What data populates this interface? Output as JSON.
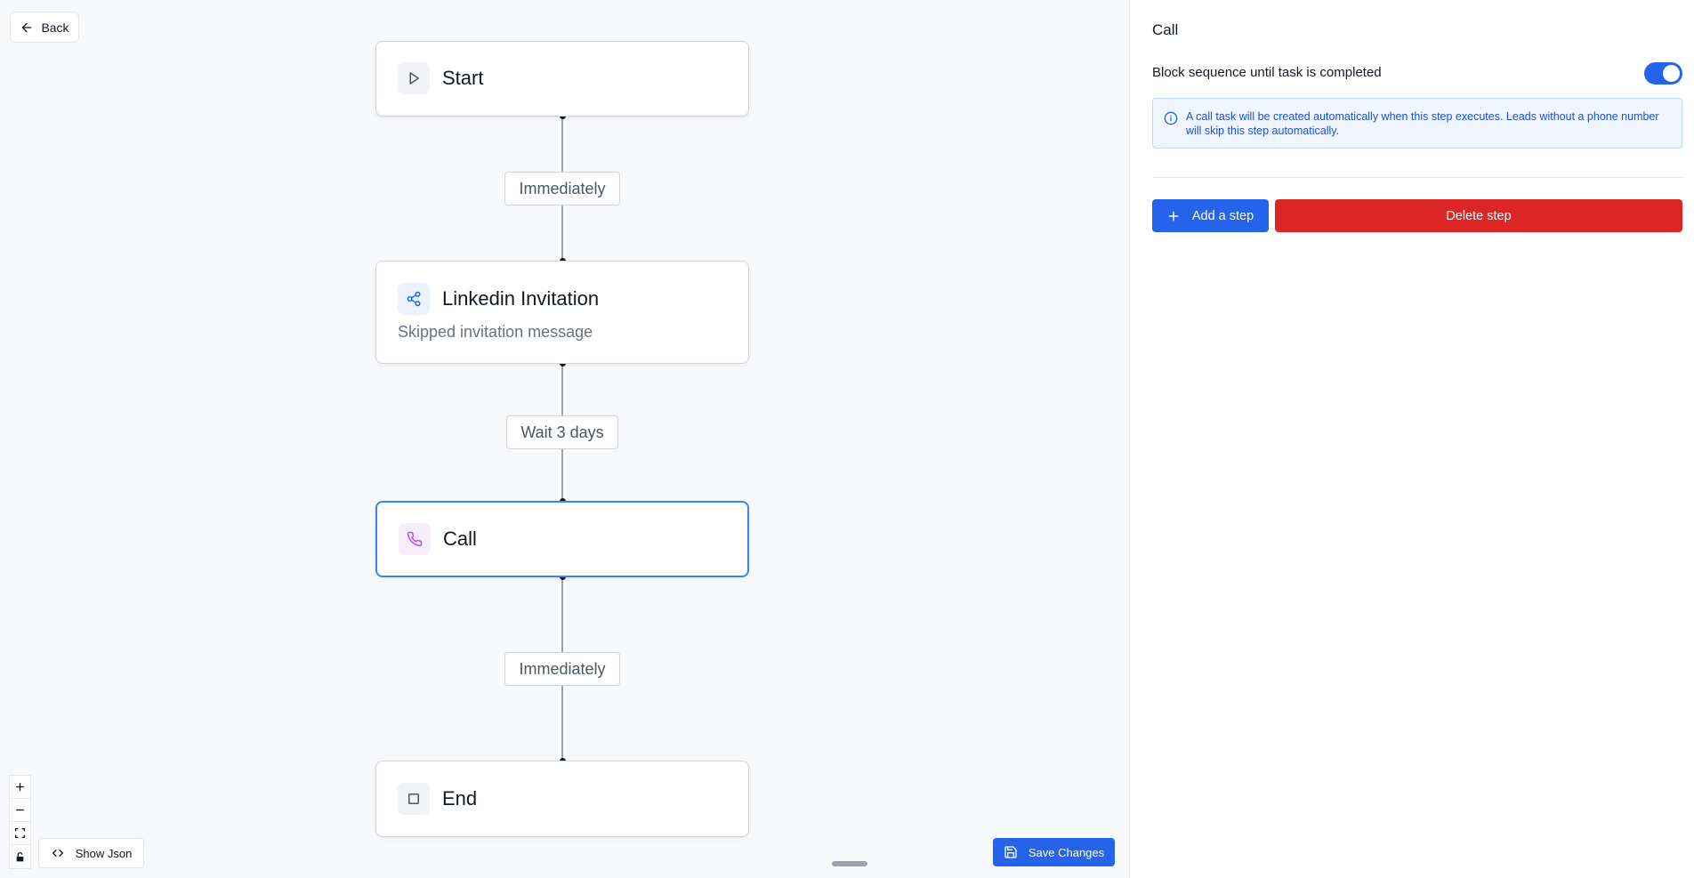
{
  "canvas": {
    "back_label": "Back",
    "show_json_label": "Show Json",
    "save_label": "Save Changes",
    "nodes": [
      {
        "title": "Start",
        "icon": "play-icon"
      },
      {
        "title": "Linkedin Invitation",
        "subtitle": "Skipped invitation message",
        "icon": "share-icon"
      },
      {
        "title": "Call",
        "icon": "phone-icon",
        "selected": true
      },
      {
        "title": "End",
        "icon": "stop-square-icon"
      }
    ],
    "delays": [
      "Immediately",
      "Wait 3 days",
      "Immediately"
    ],
    "zoom_controls": [
      "zoom-in",
      "zoom-out",
      "fit-view",
      "lock"
    ]
  },
  "panel": {
    "title": "Call",
    "toggle_label": "Block sequence until task is completed",
    "toggle_on": true,
    "info_text": "A call task will be created automatically when this step executes. Leads without a phone number will skip this step automatically.",
    "add_step_label": "Add a step",
    "delete_step_label": "Delete step"
  },
  "colors": {
    "primary": "#2563eb",
    "danger": "#dc2626",
    "selected_border": "#3b82f6",
    "info_bg": "#eff6ff"
  }
}
